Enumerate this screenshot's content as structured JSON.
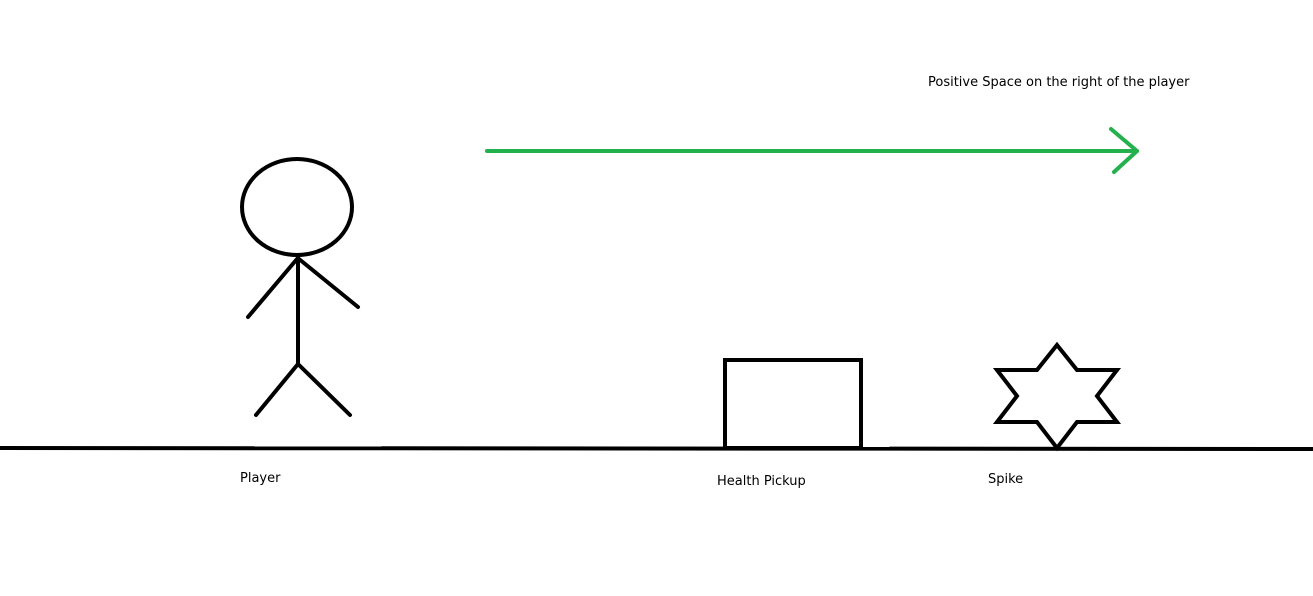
{
  "colors": {
    "ink": "#000000",
    "arrow": "#22b14c",
    "background": "#ffffff"
  },
  "labels": {
    "direction": "Positive Space on the right of the player",
    "player": "Player",
    "health_pickup": "Health Pickup",
    "spike": "Spike"
  },
  "icons": {
    "player": "stick-figure-icon",
    "health_pickup": "rectangle-box-icon",
    "spike": "six-point-star-icon",
    "direction": "right-arrow-icon"
  }
}
